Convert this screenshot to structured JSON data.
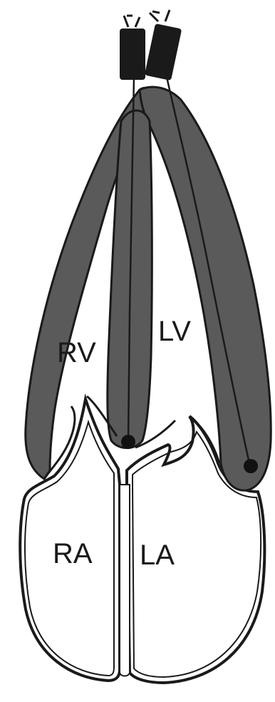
{
  "labels": {
    "rv": "RV",
    "lv": "LV",
    "ra": "RA",
    "la": "LA"
  },
  "colors": {
    "wall": "#5a5a5a",
    "outline": "#1a1a1a",
    "background": "#ffffff",
    "electrode": "#111111"
  },
  "electrodes": {
    "count": 2
  }
}
